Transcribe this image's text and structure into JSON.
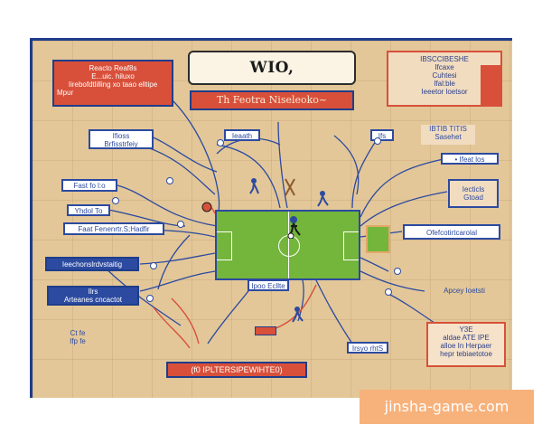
{
  "title": "WIO, LIREMPARAITIT",
  "subtitle": "Th Feotra Niseleoko~",
  "boxes": {
    "top_left": {
      "line1": "Reacto  Reaf8s",
      "line2": "E...uic. hiluxo",
      "line3": "Iirebofdtlilling xo taao elltipe",
      "line4": "Mpur"
    },
    "top_right": {
      "line1": "IBSCCIBESHE",
      "line2": "Ifcaxe",
      "line3": "Cuhtesi",
      "line4": "Ifal:ble",
      "line5": "Ieeetor loetsor"
    },
    "left_1": {
      "line1": "Ifioss",
      "line2": "Brfisstrfeiy"
    },
    "left_2": "Fast fo l:o",
    "left_3": "Yhdol To",
    "left_4": "Faat Fenenrtr.S;Hadfir",
    "left_5": "Ieechonslrdvstaitig",
    "left_6": {
      "line1": "Ilrs",
      "line2": "Arteanes cncactot"
    },
    "left_7": {
      "line1": "Ct fe",
      "line2": "Ifp fe"
    },
    "mid_top_1": "Ieaath",
    "mid_top_2": "Ifs",
    "right_1": {
      "line1": "IBTIB TITIS",
      "line2": "Sasehet"
    },
    "right_2": "• Ifeat los",
    "right_3": {
      "line1": "Iecticls",
      "line2": "Gtoad"
    },
    "right_4": "Ofefcotirtcarolal",
    "right_5": "Apcey Ioetsti",
    "right_6": {
      "line1": "Y3E",
      "line2": "aldae  ATE IPE",
      "line3": "alloe In Herpaer",
      "line4": "hepr tebiaetotoe"
    },
    "mid_bottom": "Ipoo Ecllte",
    "mid_bottom_2": "Irsyo rhtS",
    "bottom_banner": "(f0 IPLTERSIPEWIHTE0)"
  },
  "watermark": "jinsha-game.com",
  "colors": {
    "board": "#e3c798",
    "red": "#d8503a",
    "blue": "#2c4aa0",
    "pitch": "#74b53c"
  }
}
